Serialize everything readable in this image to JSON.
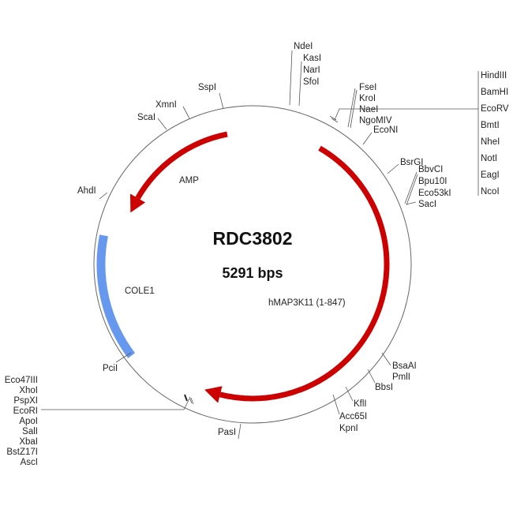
{
  "plasmid": {
    "name": "RDC3802",
    "size": "5291 bps"
  },
  "features": {
    "amp": {
      "label": "AMP",
      "color": "#cc0000"
    },
    "insert": {
      "label": "hMAP3K11 (1-847)",
      "color": "#cc0000"
    },
    "ori": {
      "label": "COLE1",
      "color": "#6699ee"
    }
  },
  "sites": {
    "top": [
      "NdeI",
      "KasI",
      "NarI",
      "SfoI"
    ],
    "mcs_right": [
      "HindIII",
      "BamHI",
      "EcoRV",
      "BmtI",
      "NheI",
      "NotI",
      "EagI",
      "NcoI"
    ],
    "fse": [
      "FseI",
      "KroI",
      "NaeI",
      "NgoMIV"
    ],
    "econi": "EcoNI",
    "bsrgi": "BsrGI",
    "sac": [
      "BbvCI",
      "Bpu10I",
      "Eco53kI",
      "SacI"
    ],
    "bsaa": [
      "BsaAI",
      "PmlI"
    ],
    "bbsi": "BbsI",
    "kfli": "KflI",
    "kpn": [
      "Acc65I",
      "KpnI"
    ],
    "pasi": "PasI",
    "pcii": "PciI",
    "mcs_left": [
      "Eco47III",
      "XhoI",
      "PspXI",
      "EcoRI",
      "ApoI",
      "SalI",
      "XbaI",
      "BstZ17I",
      "AscI"
    ],
    "ahdi": "AhdI",
    "scai": "ScaI",
    "xmni": "XmnI",
    "sspi": "SspI"
  }
}
